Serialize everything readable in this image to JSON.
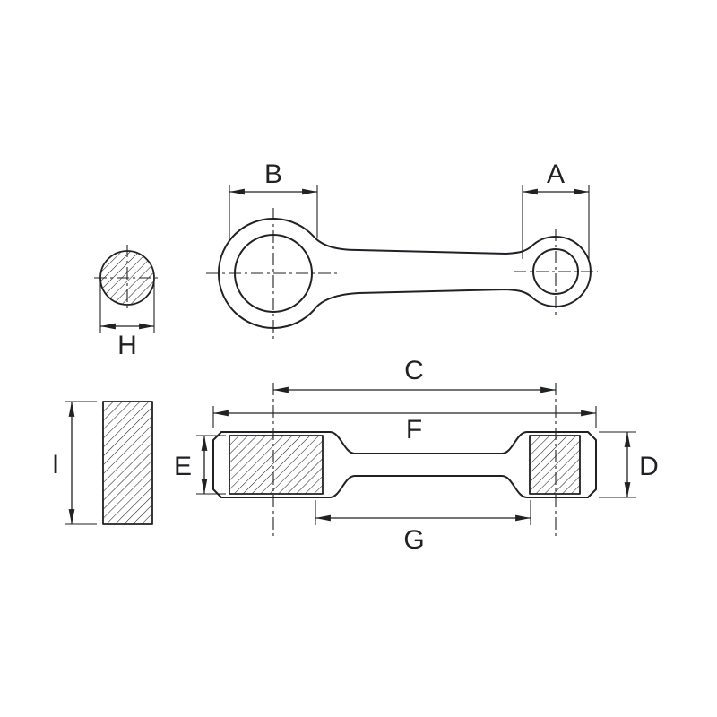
{
  "drawing": {
    "background": "#ffffff",
    "line_color": "#202124",
    "labels": {
      "A": "A",
      "B": "B",
      "C": "C",
      "D": "D",
      "E": "E",
      "F": "F",
      "G": "G",
      "H": "H",
      "I": "I"
    }
  }
}
